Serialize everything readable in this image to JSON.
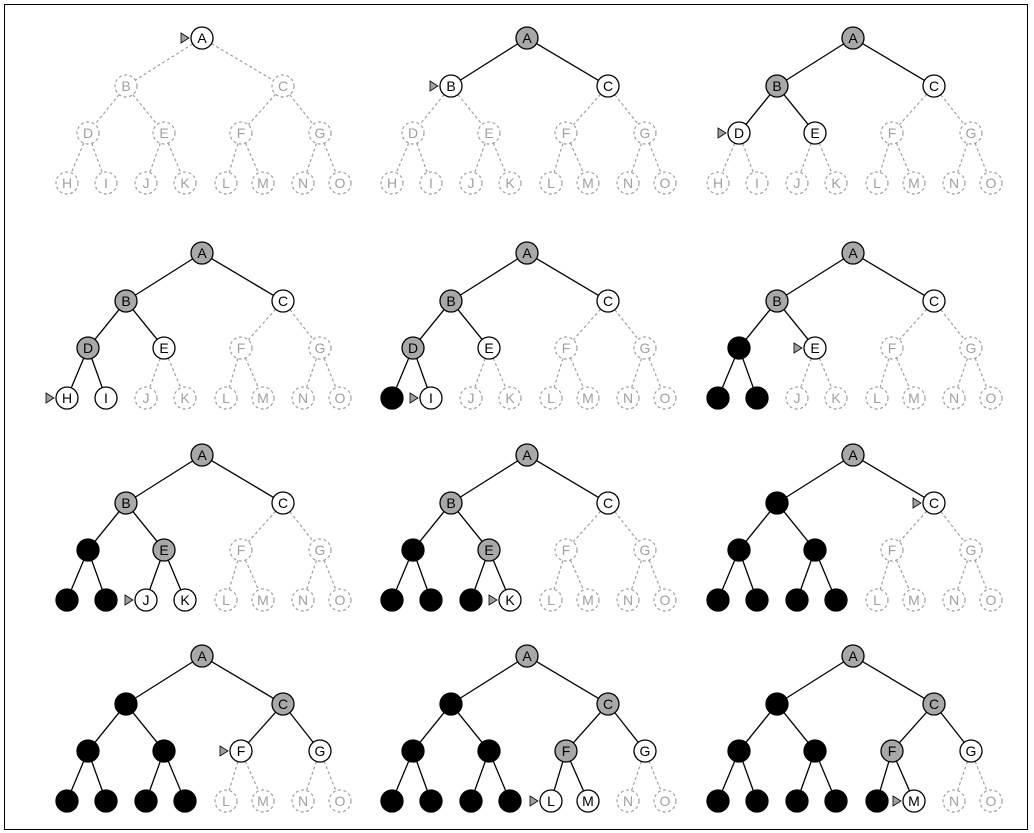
{
  "node_labels": [
    "A",
    "B",
    "C",
    "D",
    "E",
    "F",
    "G",
    "H",
    "I",
    "J",
    "K",
    "L",
    "M",
    "N",
    "O"
  ],
  "legend": {
    "unexplored": "dashed gray circle, gray label, dashed gray edge",
    "frontier": "white circle with black outline and label",
    "in_progress": "gray-filled circle",
    "finished": "solid black circle"
  },
  "colors": {
    "unexplored_stroke": "#a0a0a0",
    "unexplored_text": "#a0a0a0",
    "frontier_fill": "#ffffff",
    "in_progress_fill": "#a8a8a8",
    "finished_fill": "#000000",
    "edge_solid": "#000000",
    "pointer_fill": "#a0a0a0",
    "border": "#000000"
  },
  "steps": [
    {
      "current": "A",
      "frontier": [
        "A"
      ],
      "gray": [],
      "black": []
    },
    {
      "current": "B",
      "frontier": [
        "B",
        "C"
      ],
      "gray": [
        "A"
      ],
      "black": []
    },
    {
      "current": "D",
      "frontier": [
        "C",
        "D",
        "E"
      ],
      "gray": [
        "A",
        "B"
      ],
      "black": []
    },
    {
      "current": "H",
      "frontier": [
        "C",
        "E",
        "H",
        "I"
      ],
      "gray": [
        "A",
        "B",
        "D"
      ],
      "black": []
    },
    {
      "current": "I",
      "frontier": [
        "C",
        "E",
        "I"
      ],
      "gray": [
        "A",
        "B",
        "D"
      ],
      "black": [
        "H"
      ]
    },
    {
      "current": "E",
      "frontier": [
        "C",
        "E"
      ],
      "gray": [
        "A",
        "B"
      ],
      "black": [
        "D",
        "H",
        "I"
      ]
    },
    {
      "current": "J",
      "frontier": [
        "C",
        "J",
        "K"
      ],
      "gray": [
        "A",
        "B",
        "E"
      ],
      "black": [
        "D",
        "H",
        "I"
      ]
    },
    {
      "current": "K",
      "frontier": [
        "C",
        "K"
      ],
      "gray": [
        "A",
        "B",
        "E"
      ],
      "black": [
        "D",
        "H",
        "I",
        "J"
      ]
    },
    {
      "current": "C",
      "frontier": [
        "C"
      ],
      "gray": [
        "A"
      ],
      "black": [
        "B",
        "D",
        "E",
        "H",
        "I",
        "J",
        "K"
      ]
    },
    {
      "current": "F",
      "frontier": [
        "F",
        "G"
      ],
      "gray": [
        "A",
        "C"
      ],
      "black": [
        "B",
        "D",
        "E",
        "H",
        "I",
        "J",
        "K"
      ]
    },
    {
      "current": "L",
      "frontier": [
        "G",
        "L",
        "M"
      ],
      "gray": [
        "A",
        "C",
        "F"
      ],
      "black": [
        "B",
        "D",
        "E",
        "H",
        "I",
        "J",
        "K"
      ]
    },
    {
      "current": "M",
      "frontier": [
        "G",
        "M"
      ],
      "gray": [
        "A",
        "C",
        "F"
      ],
      "black": [
        "B",
        "D",
        "E",
        "H",
        "I",
        "J",
        "K",
        "L"
      ]
    }
  ]
}
